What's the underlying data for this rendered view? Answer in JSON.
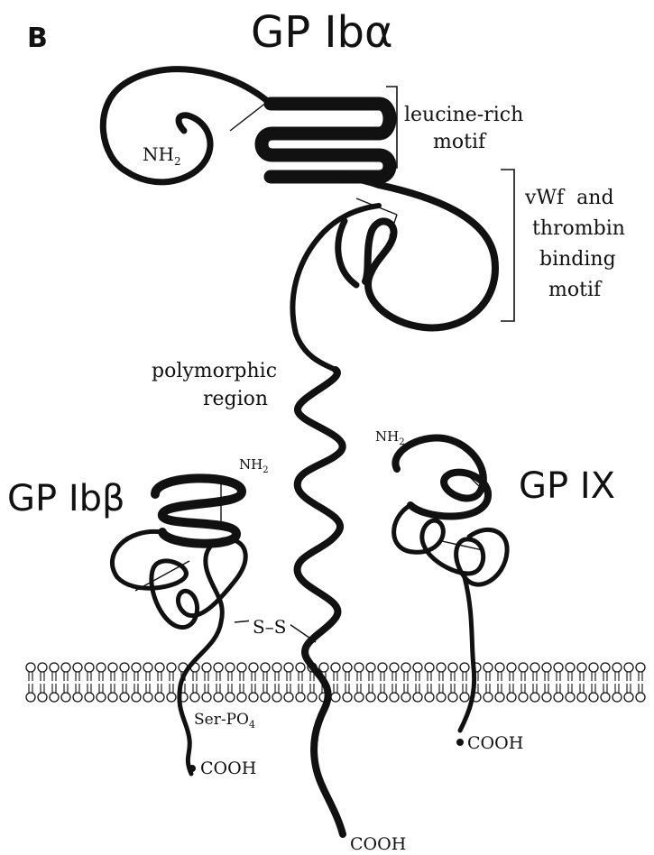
{
  "panel_letter": "B",
  "titles": {
    "gp_ib_alpha": "GP Ibα",
    "gp_ib_beta": "GP Ibβ",
    "gp_ix": "GP IX"
  },
  "labels": {
    "nh2": "NH",
    "nh2_sub": "2",
    "leucine_rich_line1": "leucine-rich",
    "leucine_rich_line2": "motif",
    "vwf_line1": "vWf  and",
    "vwf_line2": "thrombin",
    "vwf_line3": "binding",
    "vwf_line4": "motif",
    "polymorphic_line1": "polymorphic",
    "polymorphic_line2": "region",
    "disulfide": "S–S",
    "ser_po4": "Ser-PO",
    "ser_po4_sub": "4",
    "cooh": "COOH"
  },
  "colors": {
    "ink": "#111111",
    "background": "#ffffff"
  }
}
